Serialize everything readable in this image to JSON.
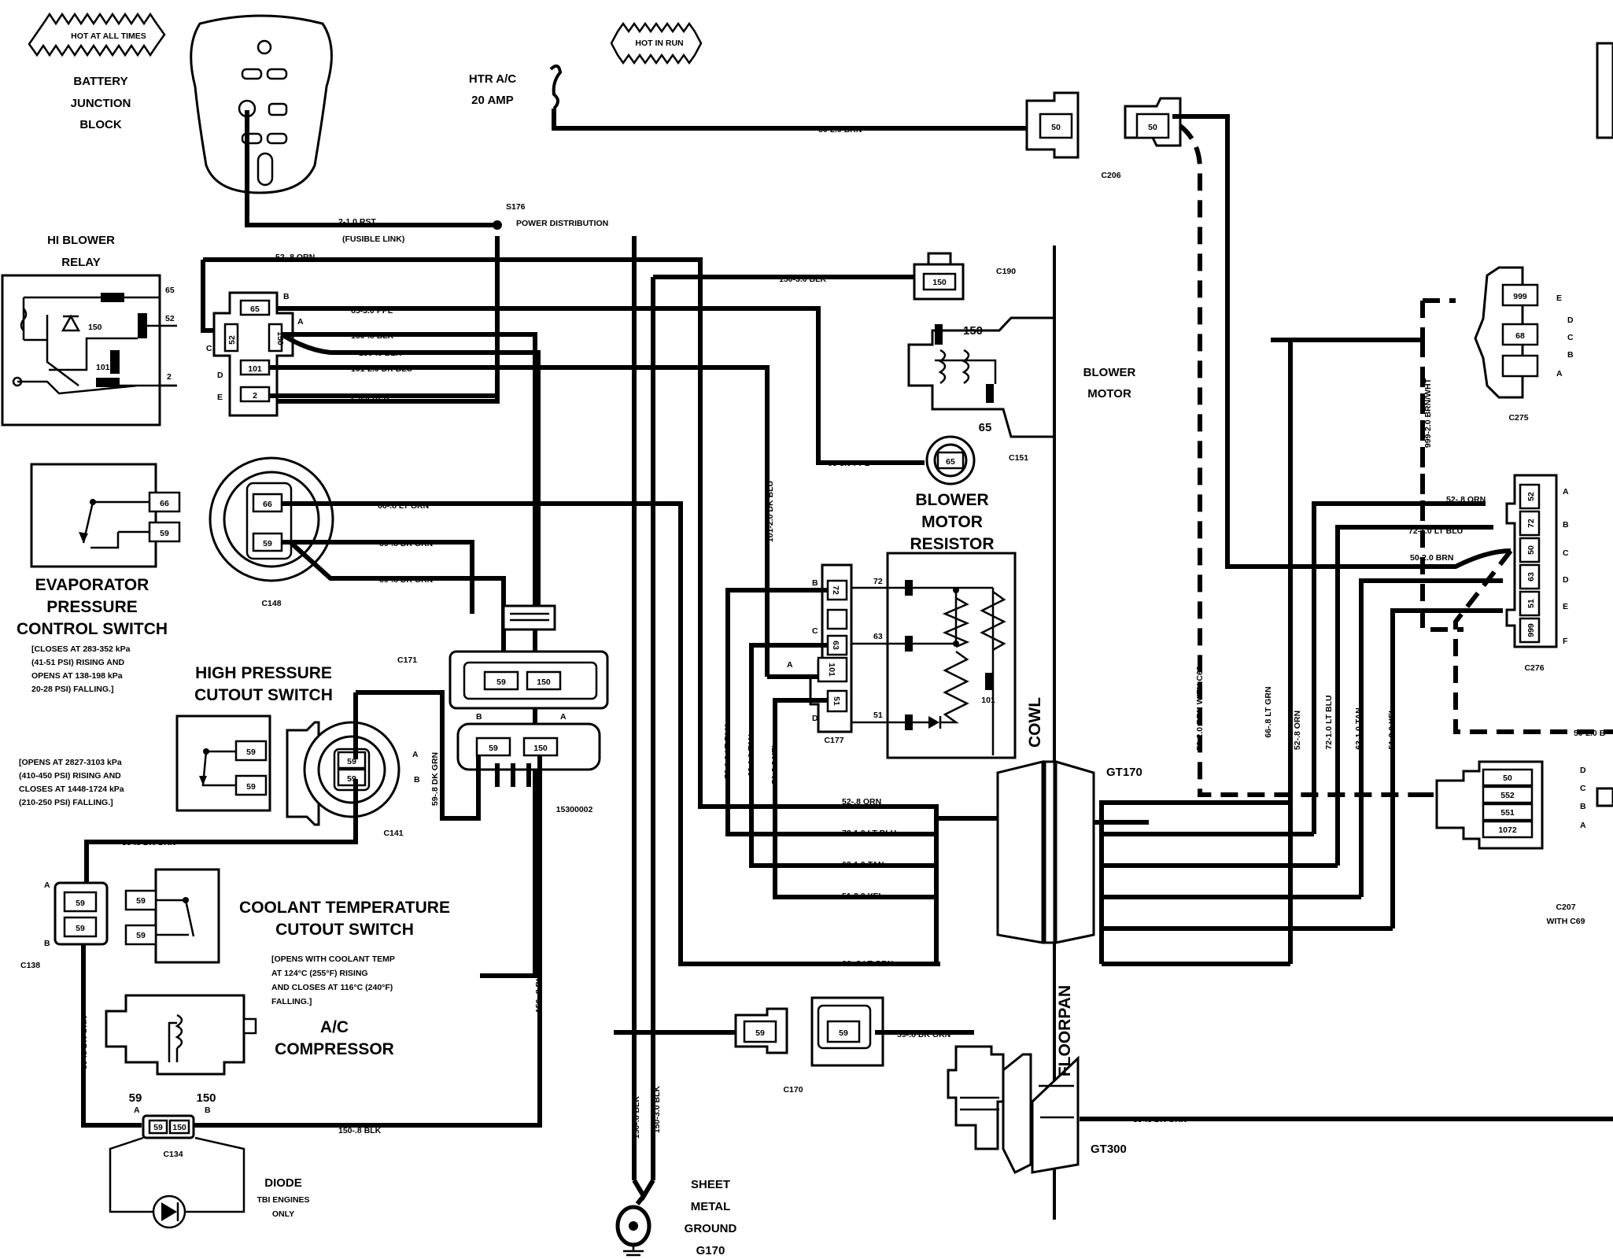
{
  "top": {
    "hot_at_all_times": "HOT AT ALL TIMES",
    "hot_in_run": "HOT IN RUN",
    "battery_junction_block": [
      "BATTERY",
      "JUNCTION",
      "BLOCK"
    ],
    "htr_fuse": [
      "HTR A/C",
      "20 AMP"
    ]
  },
  "splice": {
    "name": "S176",
    "desc": "POWER DISTRIBUTION",
    "fusible_wire": "2-1.0 RST",
    "fusible_note": "(FUSIBLE LINK)"
  },
  "hi_blower_relay": {
    "title": [
      "HI BLOWER",
      "RELAY"
    ],
    "pins_right": [
      "65",
      "52",
      "2"
    ],
    "coil_labels": [
      "150",
      "101"
    ],
    "connector_pins": [
      "65",
      "52",
      "150",
      "101",
      "2"
    ],
    "connector_letters": [
      "B",
      "A",
      "C",
      "D",
      "E"
    ],
    "wires": [
      "52-.8 ORN",
      "65-3.0 PPL",
      "150-.8 BLK",
      "150-.8 BLK",
      "101-2.0 DK BLU",
      "2-5.0 RED"
    ]
  },
  "evap_switch": {
    "title": [
      "EVAPORATOR",
      "PRESSURE",
      "CONTROL SWITCH"
    ],
    "pins": [
      "66",
      "59"
    ],
    "note": [
      "[CLOSES AT 283-352 kPa",
      "(41-51 PSI) RISING AND",
      "OPENS AT 138-198 kPa",
      "20-28 PSI) FALLING.]"
    ]
  },
  "c148": {
    "name": "C148",
    "pins": [
      "66",
      "59"
    ],
    "wires": [
      "66-.8 LT GRN",
      "59-.8 DK GRN",
      "59-.8 DK GRN"
    ]
  },
  "high_pressure": {
    "title": [
      "HIGH PRESSURE",
      "CUTOUT SWITCH"
    ],
    "pins": [
      "59",
      "59"
    ],
    "connector": "C141",
    "letters": [
      "A",
      "B"
    ],
    "note": [
      "[OPENS AT 2827-3103 kPa",
      "(410-450 PSI) RISING AND",
      "CLOSES AT 1448-1724 kPa",
      "(210-250 PSI) FALLING.]"
    ],
    "wire_vertical": "59-.8 DK GRN"
  },
  "c171": {
    "name": "C171",
    "pins": [
      "59",
      "150"
    ],
    "letters": [
      "B",
      "A"
    ],
    "part": "15300002"
  },
  "coolant": {
    "title": [
      "COOLANT TEMPERATURE",
      "CUTOUT SWITCH"
    ],
    "connector": "C138",
    "pins": [
      "59",
      "59"
    ],
    "letters": [
      "A",
      "B"
    ],
    "note": [
      "[OPENS WITH COOLANT TEMP",
      "AT 124°C (255°F) RISING",
      "AND CLOSES AT 116°C (240°F)",
      "FALLING.]"
    ],
    "wire_top": "59-.8 DK GRN",
    "wire_left": "59-.8 DK GRN"
  },
  "compressor": {
    "title": [
      "A/C",
      "COMPRESSOR"
    ],
    "pins": [
      "59",
      "150"
    ],
    "letters": [
      "A",
      "B"
    ],
    "connector": "C134",
    "conn_pins": [
      "59",
      "150"
    ],
    "wire_bottom": "150-.8 BLK",
    "wire_vert": "150-.8 BLK"
  },
  "diode": {
    "title": "DIODE",
    "note": [
      "TBI ENGINES",
      "ONLY"
    ]
  },
  "ground": {
    "title": [
      "SHEET",
      "METAL",
      "GROUND",
      "G170"
    ],
    "wires": [
      "150-.8 BLK",
      "150-3.0 BLK"
    ]
  },
  "htr_wire": "50-2.0 BRN",
  "c206": {
    "name": "C206",
    "pins": [
      "50",
      "50"
    ]
  },
  "c190": {
    "name": "C190",
    "pin": "150",
    "wire": "150-3.0 BLK"
  },
  "blower_motor": {
    "title": [
      "BLOWER",
      "MOTOR"
    ],
    "pins": [
      "150",
      "65"
    ],
    "connector": "C151",
    "wire": "65-3.0 PPL",
    "plug_pin": "65"
  },
  "resistor": {
    "title": [
      "BLOWER",
      "MOTOR",
      "RESISTOR"
    ],
    "labels": [
      "72",
      "63",
      "51",
      "101"
    ],
    "connector": "C177",
    "conn_pins": [
      "72",
      "",
      "63",
      "101",
      "51"
    ],
    "letters": [
      "B",
      "C",
      "A",
      "D"
    ],
    "wire_dk_blu": "101-2.0 DK BLU",
    "wires_vertical": [
      "72-1.0 LT BLU",
      "63-1.0 TAN",
      "51-2.0 YEL"
    ]
  },
  "cowl": {
    "label": "COWL",
    "connector": "GT170",
    "wires": [
      "52-.8 ORN",
      "72-1.0 LT BLU",
      "63-1.0 TAN",
      "51-2.0 YEL",
      "66-.8 LT GRN"
    ]
  },
  "floorpan": {
    "label": "FLOORPAN",
    "connector": "GT300",
    "wire": "59-.8 DK GRN"
  },
  "c170": {
    "name": "C170",
    "pins": [
      "59",
      "59"
    ],
    "wire": "59-.8 DK GRN"
  },
  "c275": {
    "name": "C275",
    "pins": [
      "999",
      "68"
    ],
    "letters": [
      "E",
      "D",
      "C",
      "B",
      "A"
    ],
    "wire": "999-2.0 BRN/WHT"
  },
  "c276": {
    "name": "C276",
    "pins": [
      "52",
      "72",
      "50",
      "63",
      "51",
      "999"
    ],
    "letters": [
      "A",
      "B",
      "C",
      "D",
      "E",
      "F"
    ],
    "wires": [
      "52-.8 ORN",
      "72-1.0 LT BLU",
      "50-2.0 BRN"
    ]
  },
  "right_vertical_wires": [
    "50-2.0 BRN WITH C69",
    "66-.8 LT GRN",
    "52-.8 ORN",
    "72-1.0 LT BLU",
    "63-1.0 TAN",
    "51-2.0 YEL"
  ],
  "c207": {
    "name": [
      "C207",
      "WITH C69"
    ],
    "pins": [
      "50",
      "552",
      "551",
      "1072"
    ],
    "letters": [
      "D",
      "C",
      "B",
      "A"
    ],
    "wire_out": "50-2.0 B"
  }
}
